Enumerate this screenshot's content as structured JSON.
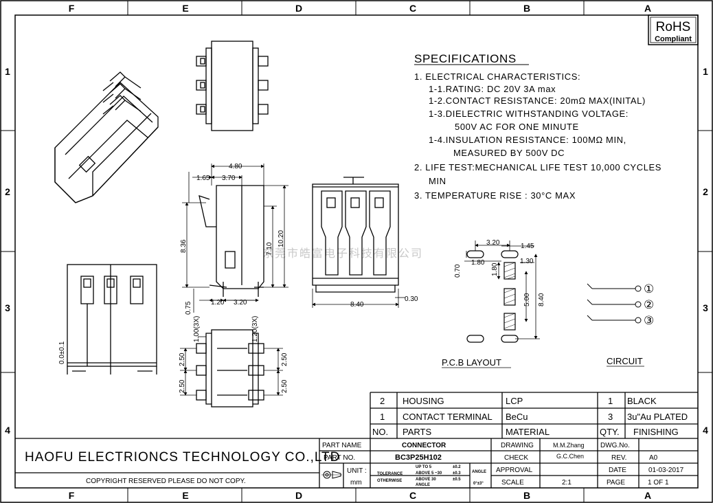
{
  "frame": {
    "col_letters": [
      "F",
      "E",
      "D",
      "C",
      "B",
      "A"
    ],
    "row_numbers": [
      "1",
      "2",
      "3",
      "4"
    ]
  },
  "rohs": {
    "title": "RoHS",
    "subtitle": "Compliant"
  },
  "specs": {
    "heading": "SPECIFICATIONS",
    "lines": [
      "1. ELECTRICAL CHARACTERISTICS:",
      "1-1.RATING: DC 20V 3A max",
      "1-2.CONTACT RESISTANCE: 20mΩ MAX(INITAL)",
      "1-3.DIELECTRIC WITHSTANDING VOLTAGE:",
      "500V AC FOR ONE MINUTE",
      "1-4.INSULATION RESISTANCE: 100MΩ MIN,",
      "MEASURED BY 500V DC",
      "2. LIFE TEST:MECHANICAL LIFE TEST 10,000 CYCLES",
      "MIN",
      "3. TEMPERATURE RISE : 30°C MAX"
    ]
  },
  "watermark": "东莞市皓富电子科技有限公司",
  "dims": {
    "top_width": "4.80",
    "d165": "1.65",
    "d370": "3.70",
    "h836": "8.36",
    "h710": "7.10",
    "h1020": "10.20",
    "d075": "0.75",
    "d120": "1.20",
    "d320": "3.20",
    "w840": "8.40",
    "d030": "0.30",
    "tol_001": "0.0±0.1",
    "d100": "1.00(3X)",
    "d120x": "1.20(3X)",
    "d250a": "2.50",
    "d250b": "2.50",
    "d250c": "2.50",
    "d250d": "2.50"
  },
  "pcb": {
    "label": "P.C.B  LAYOUT",
    "d320": "3.20",
    "d145": "1.45",
    "d070": "0.70",
    "d180a": "1.80",
    "d130": "1.30",
    "d180b": "1.80",
    "d500": "5.00",
    "d840": "8.40"
  },
  "circuit": {
    "label": "CIRCUIT",
    "pins": [
      "①",
      "②",
      "③"
    ]
  },
  "bom": {
    "rows": [
      {
        "no": "2",
        "part": "HOUSING",
        "material": "LCP",
        "qty": "1",
        "finishing": "BLACK"
      },
      {
        "no": "1",
        "part": "CONTACT TERMINAL",
        "material": "BeCu",
        "qty": "3",
        "finishing": "3u\"Au PLATED"
      }
    ],
    "headers": {
      "no": "NO.",
      "part": "PARTS",
      "material": "MATERIAL",
      "qty": "QTY.",
      "finishing": "FINISHING"
    }
  },
  "title_block": {
    "company": "HAOFU ELECTRIONCS TECHNOLOGY CO.,LTD",
    "copyright": "COPYRIGHT RESERVED PLEASE DO NOT COPY.",
    "part_name_label": "PART NAME",
    "part_name": "CONNECTOR",
    "part_no_label": "PART NO.",
    "part_no": "BC3P25H102",
    "unit_label": "UNIT :",
    "unit": "mm",
    "tolerance_label": "TOLERANCE",
    "otherwise_label": "OTHERWISE",
    "tol_lines": [
      "UP TO 5",
      "ABOVE 5 ~30",
      "ABOVE  30"
    ],
    "tol_vals": [
      "±0.2",
      "±0.3",
      "±0.5"
    ],
    "angle_small": "ANGLE",
    "angle_label": "ANGLE",
    "angle_val": "0°±3°",
    "drawing_label": "DRAWING",
    "drawing": "M.M.Zhang",
    "dwg_no_label": "DWG.No.",
    "check_label": "CHECK",
    "check": "G.C.Chen",
    "rev_label": "REV.",
    "rev": "A0",
    "approval_label": "APPROVAL",
    "date_label": "DATE",
    "date": "01-03-2017",
    "scale_label": "SCALE",
    "scale": "2:1",
    "page_label": "PAGE",
    "page": "1 OF 1"
  }
}
